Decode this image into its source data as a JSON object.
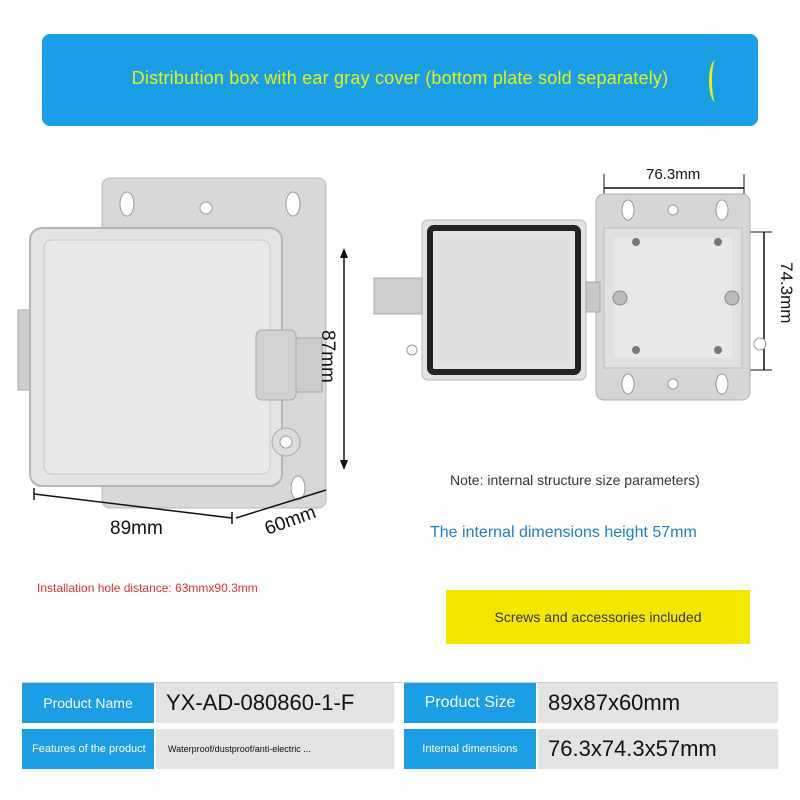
{
  "banner": {
    "title": "Distribution box with ear gray cover (bottom plate sold separately)",
    "color": "#1a9ee6",
    "text_color": "#e8f20a"
  },
  "left_product": {
    "dim_width": "89mm",
    "dim_height": "87mm",
    "dim_depth": "60mm",
    "install_note": "Installation hole distance: 63mmx90.3mm"
  },
  "right_product": {
    "dim_internal_width": "76.3mm",
    "dim_internal_height": "74.3mm",
    "note": "Note: internal structure size parameters)",
    "internal_height_note": "The internal dimensions height 57mm"
  },
  "accessories_note": "Screws and accessories included",
  "spec_table": {
    "row1": {
      "label_a": "Product Name",
      "value_a": "YX-AD-080860-1-F",
      "label_b": "Product Size",
      "value_b": "89x87x60mm"
    },
    "row2": {
      "label_a": "Features of the product",
      "value_a": "Waterproof/dustproof/anti-electric ...",
      "label_b": "Internal dimensions",
      "value_b": "76.3x74.3x57mm"
    }
  }
}
